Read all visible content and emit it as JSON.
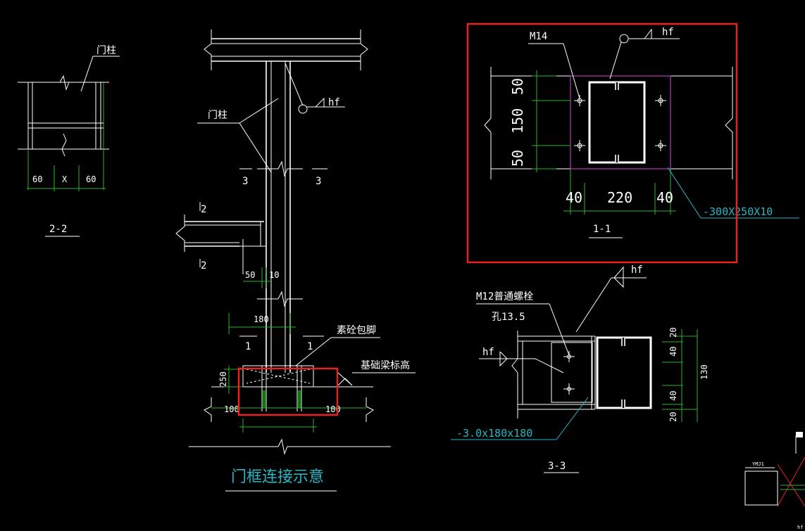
{
  "colors": {
    "background": "#000000",
    "line": "#ffffff",
    "dimension": "#2db52d",
    "leader": "#2bb6c4",
    "plate": "#b23cb6",
    "highlight": "#e8231f"
  },
  "section_22": {
    "label_post": "门柱",
    "dim_left": "60",
    "dim_mid": "X",
    "dim_right": "60",
    "title": "2-2"
  },
  "main_view": {
    "label_post": "门柱",
    "weld_hf": "hf",
    "cut_3_left": "3",
    "cut_3_right": "3",
    "cut_2_top": "2",
    "cut_2_bottom": "2",
    "dim_50": "50",
    "dim_10": "10",
    "dim_180": "180",
    "cut_1_left": "1",
    "cut_1_right": "1",
    "label_concrete": "素砼包脚",
    "label_foundation": "基础梁标高",
    "dim_250": "250",
    "dim_100_left": "100",
    "dim_100_right": "100",
    "title": "门框连接示意"
  },
  "section_11": {
    "bolt": "M14",
    "weld_hf": "hf",
    "dim_50_top": "50",
    "dim_150": "150",
    "dim_50_bottom": "50",
    "dim_40_left": "40",
    "dim_220": "220",
    "dim_40_right": "40",
    "plate": "-300X250X10",
    "title": "1-1"
  },
  "section_33": {
    "weld_hf_top": "hf",
    "bolt": "M12普通螺栓",
    "hole": "孔13.5",
    "weld_hf_left": "hf",
    "dim_20_top": "20",
    "dim_40_top": "40",
    "dim_130": "130",
    "dim_40_bottom": "40",
    "dim_20_bottom": "20",
    "plate": "-3.0x180x180",
    "title": "3-3"
  },
  "thumbnail": {
    "label_a": "YMJ1",
    "label_hf": "hf"
  }
}
